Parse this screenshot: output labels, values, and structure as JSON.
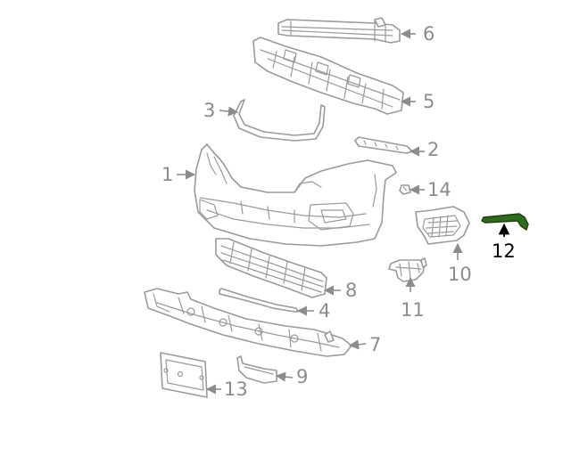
{
  "colors": {
    "line": "#9a9a9a",
    "label": "#8c8c8c",
    "highlight_part": "#2e6b1e",
    "highlight_label": "#000000",
    "background": "#ffffff"
  },
  "callouts": [
    {
      "id": "1",
      "text": "1"
    },
    {
      "id": "2",
      "text": "2"
    },
    {
      "id": "3",
      "text": "3"
    },
    {
      "id": "4",
      "text": "4"
    },
    {
      "id": "5",
      "text": "5"
    },
    {
      "id": "6",
      "text": "6"
    },
    {
      "id": "7",
      "text": "7"
    },
    {
      "id": "8",
      "text": "8"
    },
    {
      "id": "9",
      "text": "9"
    },
    {
      "id": "10",
      "text": "10"
    },
    {
      "id": "11",
      "text": "11"
    },
    {
      "id": "12",
      "text": "12",
      "highlighted": true
    },
    {
      "id": "13",
      "text": "13"
    },
    {
      "id": "14",
      "text": "14"
    }
  ]
}
